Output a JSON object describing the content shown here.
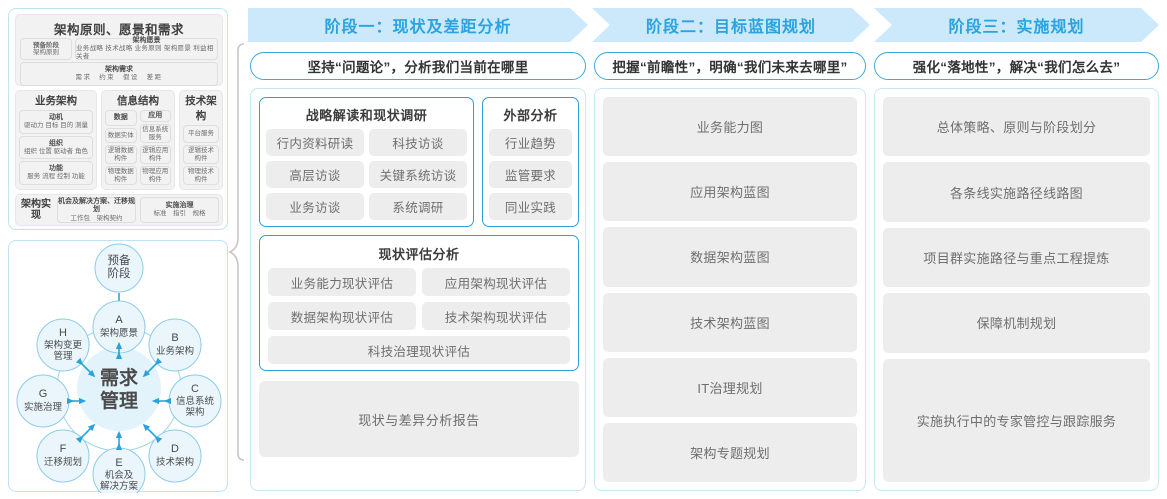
{
  "left_panel": {
    "togaf": {
      "head_title": "架构原则、愿景和需求",
      "prep": {
        "line1": "预备阶段",
        "line2": "架构原则"
      },
      "vision": {
        "title": "架构愿景",
        "items": "业务战略 技术战略 业务原则 架构愿景 利益相关者"
      },
      "requirements": {
        "title": "架构需求",
        "items": "需求　约束　假设　差距"
      },
      "columns": [
        {
          "title": "业务架构",
          "groups": [
            {
              "cells": [
                {
                  "title": "动机",
                  "items": "驱动力 目标 目的 测量"
                }
              ]
            },
            {
              "cells": [
                {
                  "title": "组织",
                  "items": "组织 位置 驱动者 角色"
                }
              ]
            },
            {
              "cells": [
                {
                  "title": "功能",
                  "items": "服务 流程 控制 功能"
                }
              ]
            }
          ]
        },
        {
          "title": "信息结构",
          "sub_columns": [
            {
              "cells": [
                {
                  "title": "数据",
                  "items": ""
                },
                {
                  "title": "",
                  "items": "数据实体"
                },
                {
                  "title": "",
                  "items": "逻辑数据构件"
                },
                {
                  "title": "",
                  "items": "物理数据构件"
                }
              ]
            },
            {
              "cells": [
                {
                  "title": "应用",
                  "items": ""
                },
                {
                  "title": "",
                  "items": "信息系统服务"
                },
                {
                  "title": "",
                  "items": "逻辑应用构件"
                },
                {
                  "title": "",
                  "items": "物理应用构件"
                }
              ]
            }
          ]
        },
        {
          "title": "技术架构",
          "cells": [
            {
              "items": "平台服务"
            },
            {
              "items": "逻辑技术构件"
            },
            {
              "items": "物理技术构件"
            }
          ]
        }
      ],
      "bottom": {
        "label": "架构实现",
        "boxes": [
          {
            "title": "机会及解决方案、迁移规划",
            "items": "工作包　架构契约"
          },
          {
            "title": "实施治理",
            "items": "标准　指引　规格"
          }
        ]
      }
    },
    "adm": {
      "top_node": "预备\n阶段",
      "center": "需求\n管理",
      "nodes": [
        {
          "key": "A",
          "label": "架构愿景"
        },
        {
          "key": "B",
          "label": "业务架构"
        },
        {
          "key": "C",
          "label": "信息系统架构"
        },
        {
          "key": "D",
          "label": "技术架构"
        },
        {
          "key": "E",
          "label": "机会及解决方案"
        },
        {
          "key": "F",
          "label": "迁移规划"
        },
        {
          "key": "G",
          "label": "实施治理"
        },
        {
          "key": "H",
          "label": "架构变更管理"
        }
      ]
    }
  },
  "phases": [
    {
      "header": "阶段一：现状及差距分析",
      "subtitle": "坚持“问题论”，分析我们当前在哪里"
    },
    {
      "header": "阶段二：目标蓝图规划",
      "subtitle": "把握“前瞻性”，明确“我们未来去哪里”"
    },
    {
      "header": "阶段三：实施规划",
      "subtitle": "强化“落地性”，解决“我们怎么去”"
    }
  ],
  "phase1": {
    "strategy_box": {
      "title": "战略解读和现状调研",
      "items": [
        "行内资料研读",
        "科技访谈",
        "高层访谈",
        "关键系统访谈",
        "业务访谈",
        "系统调研"
      ]
    },
    "external_box": {
      "title": "外部分析",
      "items": [
        "行业趋势",
        "监管要求",
        "同业实践"
      ]
    },
    "assessment_box": {
      "title": "现状评估分析",
      "items": [
        "业务能力现状评估",
        "应用架构现状评估",
        "数据架构现状评估",
        "技术架构现状评估"
      ],
      "wide_item": "科技治理现状评估"
    },
    "report": "现状与差异分析报告"
  },
  "phase2": {
    "items": [
      "业务能力图",
      "应用架构蓝图",
      "数据架构蓝图",
      "技术架构蓝图",
      "IT治理规划",
      "架构专题规划"
    ]
  },
  "phase3": {
    "items": [
      "总体策略、原则与阶段划分",
      "各条线实施路径线路图",
      "项目群实施路径与重点工程提炼",
      "保障机制规划",
      "实施执行中的专家管控与跟踪服务"
    ]
  },
  "colors": {
    "phase_band": "#cbe9fa",
    "phase_text": "#2aa3e0",
    "panel_border": "#c7e7f7",
    "box_border": "#2e9ed6",
    "chip_bg": "#ededed",
    "chip_text": "#6e6e6e",
    "adm_node": "#eaf6fc",
    "adm_stroke": "#8ecbe8",
    "adm_arrow": "#29a3dd"
  }
}
